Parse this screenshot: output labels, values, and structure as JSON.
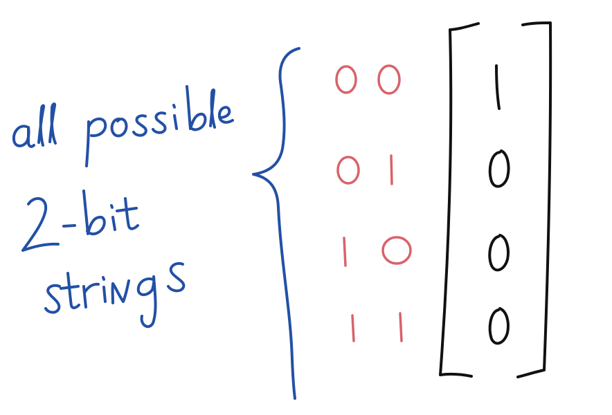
{
  "annotation": {
    "line1": "all possible",
    "line2": "2-bit",
    "line3": "strings"
  },
  "bit_strings": [
    "00",
    "01",
    "10",
    "11"
  ],
  "vector_values": [
    "1",
    "0",
    "0",
    "0"
  ],
  "colors": {
    "annotation": "#2350a5",
    "bit_strings": "#d9626a",
    "vector": "#111111",
    "background": "#ffffff"
  }
}
